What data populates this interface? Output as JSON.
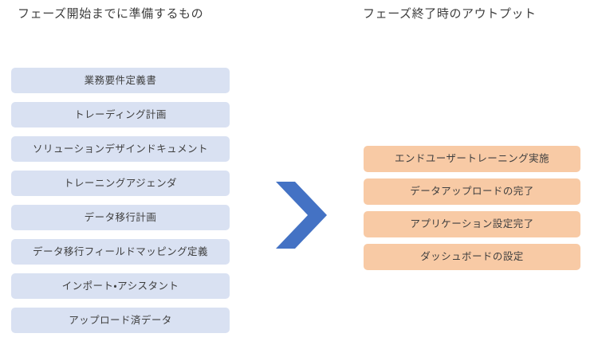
{
  "diagram": {
    "type": "two-column-flow",
    "left_column": {
      "heading": "フェーズ開始までに準備するもの",
      "accent_color": "#d9e1f2",
      "items": [
        {
          "label": "業務要件定義書"
        },
        {
          "label": "トレーディング計画"
        },
        {
          "label": "ソリューションデザインドキュメント"
        },
        {
          "label": "トレーニングアジェンダ"
        },
        {
          "label": "データ移行計画"
        },
        {
          "label": "データ移行フィールドマッピング定義"
        },
        {
          "label": "インポート・アシスタント"
        },
        {
          "label": "アップロード済データ"
        }
      ]
    },
    "right_column": {
      "heading": "フェーズ終了時のアウトプット",
      "accent_color": "#f8caa5",
      "items": [
        {
          "label": "エンドユーザートレーニング実施"
        },
        {
          "label": "データアップロードの完了"
        },
        {
          "label": "アプリケーション設定完了"
        },
        {
          "label": "ダッシュボードの設定"
        }
      ]
    },
    "connector": {
      "icon": "chevron-right-arrow",
      "color": "#4472c4"
    }
  }
}
